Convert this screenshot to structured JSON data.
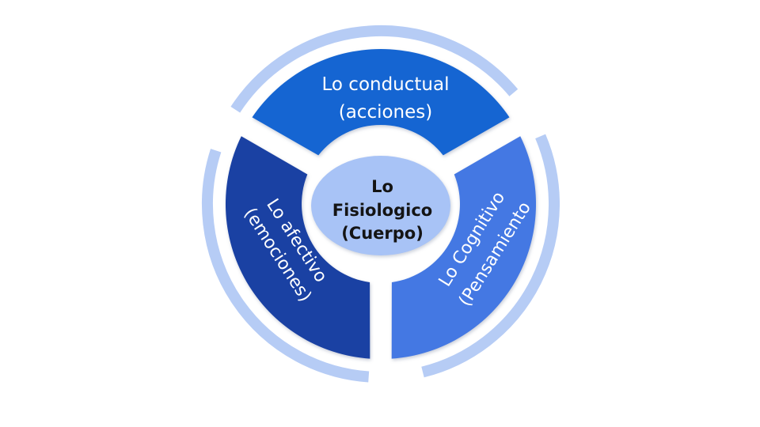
{
  "diagram": {
    "center": {
      "lines": [
        "Lo",
        "Fisiologico",
        "(Cuerpo)"
      ],
      "fill": "#a8c3f6",
      "text_color": "#141414"
    },
    "segments": {
      "top": {
        "line1": "Lo conductual",
        "line2": "(acciones)",
        "color": "#1565d2"
      },
      "left": {
        "line1": "Lo afectivo",
        "line2": "(emociones)",
        "color": "#1a41a3"
      },
      "right": {
        "line1": "Lo Cognitivo",
        "line2": "(Pensamiento",
        "color": "#4478e3"
      }
    },
    "arc_color": "#b6ccf5",
    "label_text_color": "#ffffff"
  }
}
